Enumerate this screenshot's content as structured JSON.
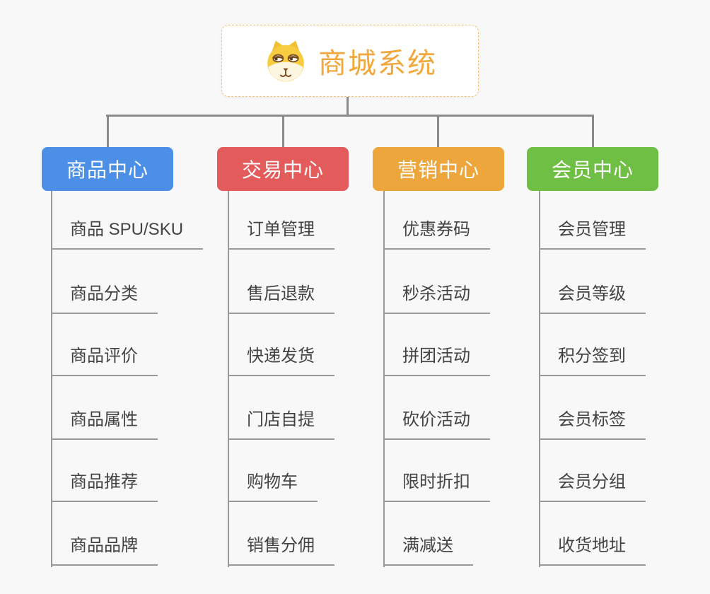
{
  "root": {
    "title": "商城系统",
    "icon": "shiba-dog-icon",
    "accent_color": "#f0a73c",
    "border_color": "#f3c377"
  },
  "connector_color": "#8b8b8b",
  "item_line_color": "#999999",
  "item_text_color": "#434343",
  "background_color": "#f8f8f8",
  "branches": [
    {
      "title": "商品中心",
      "color": "#4b90e6",
      "items": [
        "商品 SPU/SKU",
        "商品分类",
        "商品评价",
        "商品属性",
        "商品推荐",
        "商品品牌"
      ]
    },
    {
      "title": "交易中心",
      "color": "#e45b5c",
      "items": [
        "订单管理",
        "售后退款",
        "快递发货",
        "门店自提",
        "购物车",
        "销售分佣"
      ]
    },
    {
      "title": "营销中心",
      "color": "#eca63c",
      "items": [
        "优惠券码",
        "秒杀活动",
        "拼团活动",
        "砍价活动",
        "限时折扣",
        "满减送"
      ]
    },
    {
      "title": "会员中心",
      "color": "#6ebf44",
      "items": [
        "会员管理",
        "会员等级",
        "积分签到",
        "会员标签",
        "会员分组",
        "收货地址"
      ]
    }
  ]
}
